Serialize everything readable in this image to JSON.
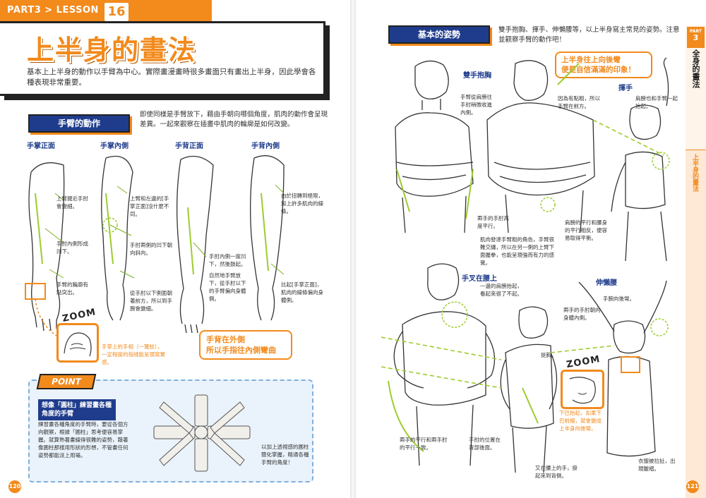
{
  "left": {
    "part_lesson": "PART3 > LESSON",
    "lesson_number": "16",
    "title": "上半身的畫法",
    "intro": "基本上上半身的動作以手臂為中心。實際畫漫畫時很多畫面只有畫出上半身，因此學會各種表現非常重要。",
    "section_title": "手臂的動作",
    "section_desc": "即使同樣是手臂放下，藉由手朝向哪個角度，肌肉的動作會呈現差異。一起來觀察在插畫中肌肉的輪廓是如何改變。",
    "figure_labels": [
      "手掌正面",
      "手掌內側",
      "手背正面",
      "手背內側"
    ],
    "notes": [
      "上臂擺近手肘會變細。",
      "手肘內側形成凹下。",
      "手臂的輪廓有點突出。",
      "上臂和左邊的[手掌正面]沒什麼不同。",
      "手肘兩側的凹下朝向斜向。",
      "從手肘以下側面朝著前方，所以到手腕會變細。",
      "手肘內側一度凹下，然後鼓起。",
      "自然地手臂放下，從手肘以下的手臂偏向身體側。",
      "由於扭轉到極限，加上許多肌肉的線條。",
      "比起[手掌正面]，肌肉的線條偏向身體側。"
    ],
    "zoom_note": "手掌上的手相（一覽紋），一定程度的指縫能呈現寫實感。",
    "zoom_label": "ZOOM",
    "callout": "手背在外側\n所以手指往內側彎曲",
    "point": {
      "badge": "POINT",
      "heading": "想像「圓柱」練習畫各種角度的手臂",
      "text": "練習畫各種角度的手臂時，要從各個方向觀察，根據「圓柱」思考便容易掌握。就算熟著畫線得很難的姿勢，藉著像圓柱那樣用形狀的形想，不管畫任何姿勢都能派上用場。",
      "note": "以加上透視感的圓柱簡化掌握，精通各種手臂的角度！"
    },
    "page_number": "120"
  },
  "right": {
    "section_title": "基本的姿勢",
    "desc": "雙手抱胸、揮手、伸懶腰等，以上半身寫主常見的姿勢。注意並觀察手臂的動作吧！",
    "big_callout": "上半身往上向後彎\n便是自信滿滿的印象！",
    "pose_labels": [
      "雙手抱胸",
      "揮手",
      "手叉在腰上",
      "伸懶腰"
    ],
    "notes": [
      "手臂從肩膀往手肘稍微收進內側。",
      "因為有點粗，所以手臂在前方。",
      "肩膀也和手臂一起抬起。",
      "兩手的手肘高度平行。",
      "肩膀的平行和腰身的平行相反，便容易取得平衡。",
      "肌肉發達手臂粗的角色，手臂很難交纏，所以在另一側的上臂下面握拳，也能呈現強而有力的感覺。",
      "一邊的肩膀抬起，看起來很了不起。",
      "兩手的手肘朝向身體內側。",
      "手腕向後彎。",
      "挺胸。",
      "兩手的平行和兩手肘的平行一致。",
      "手肘的位置在背部後面。",
      "下巴抬起，如果下巴前縮，就會變成上半身向後彎。",
      "又在腰上的手，掛起來到背側。",
      "衣服被拉扯，出現皺褶。"
    ],
    "zoom_label": "ZOOM",
    "side_tab": {
      "part_word": "PART",
      "part_number": "3",
      "chapter": "全身的畫法",
      "lesson": "上半身的畫法"
    },
    "page_number": "121"
  }
}
